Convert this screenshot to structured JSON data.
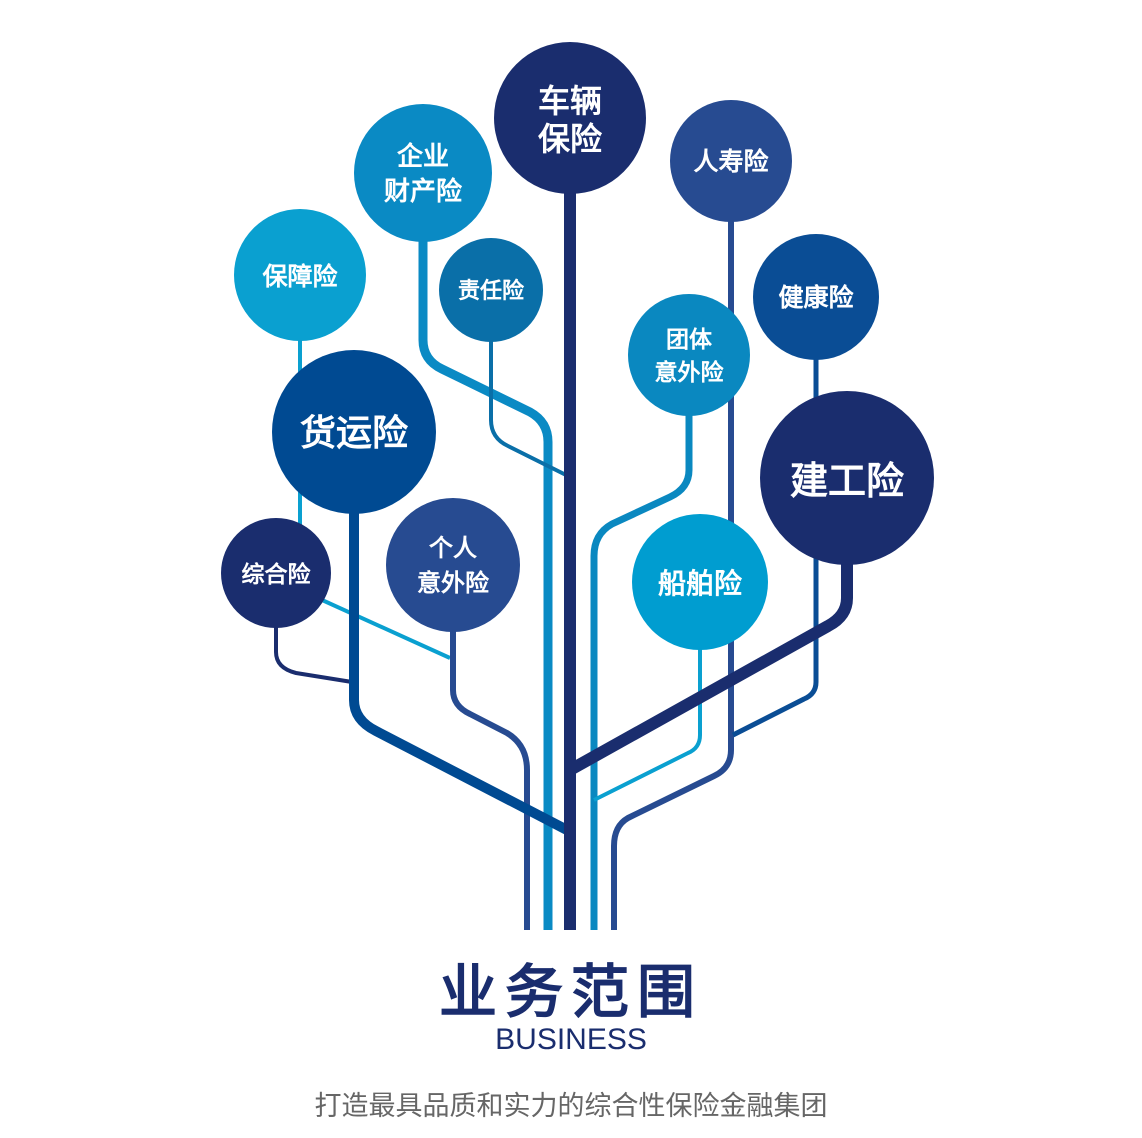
{
  "nodes": {
    "vehicle": {
      "l1": "车辆",
      "l2": "保险",
      "color": "#1a2d6e"
    },
    "enterprise": {
      "l1": "企业",
      "l2": "财产险",
      "color": "#0a8ac4"
    },
    "life": {
      "l1": "人寿险",
      "color": "#274b91"
    },
    "guarantee": {
      "l1": "保障险",
      "color": "#0aa0d0"
    },
    "liability": {
      "l1": "责任险",
      "color": "#0a6fa8"
    },
    "health": {
      "l1": "健康险",
      "color": "#0a4d95"
    },
    "group_accident": {
      "l1": "团体",
      "l2": "意外险",
      "color": "#0a88c0"
    },
    "cargo": {
      "l1": "货运险",
      "color": "#004a92"
    },
    "construction": {
      "l1": "建工险",
      "color": "#1a2d6e"
    },
    "comprehensive": {
      "l1": "综合险",
      "color": "#1a2d6e"
    },
    "personal_accident": {
      "l1": "个人",
      "l2": "意外险",
      "color": "#274b91"
    },
    "ship": {
      "l1": "船舶险",
      "color": "#009dd0"
    }
  },
  "title": "业务范围",
  "subtitle": "BUSINESS",
  "tagline": "打造最具品质和实力的综合性保险金融集团"
}
